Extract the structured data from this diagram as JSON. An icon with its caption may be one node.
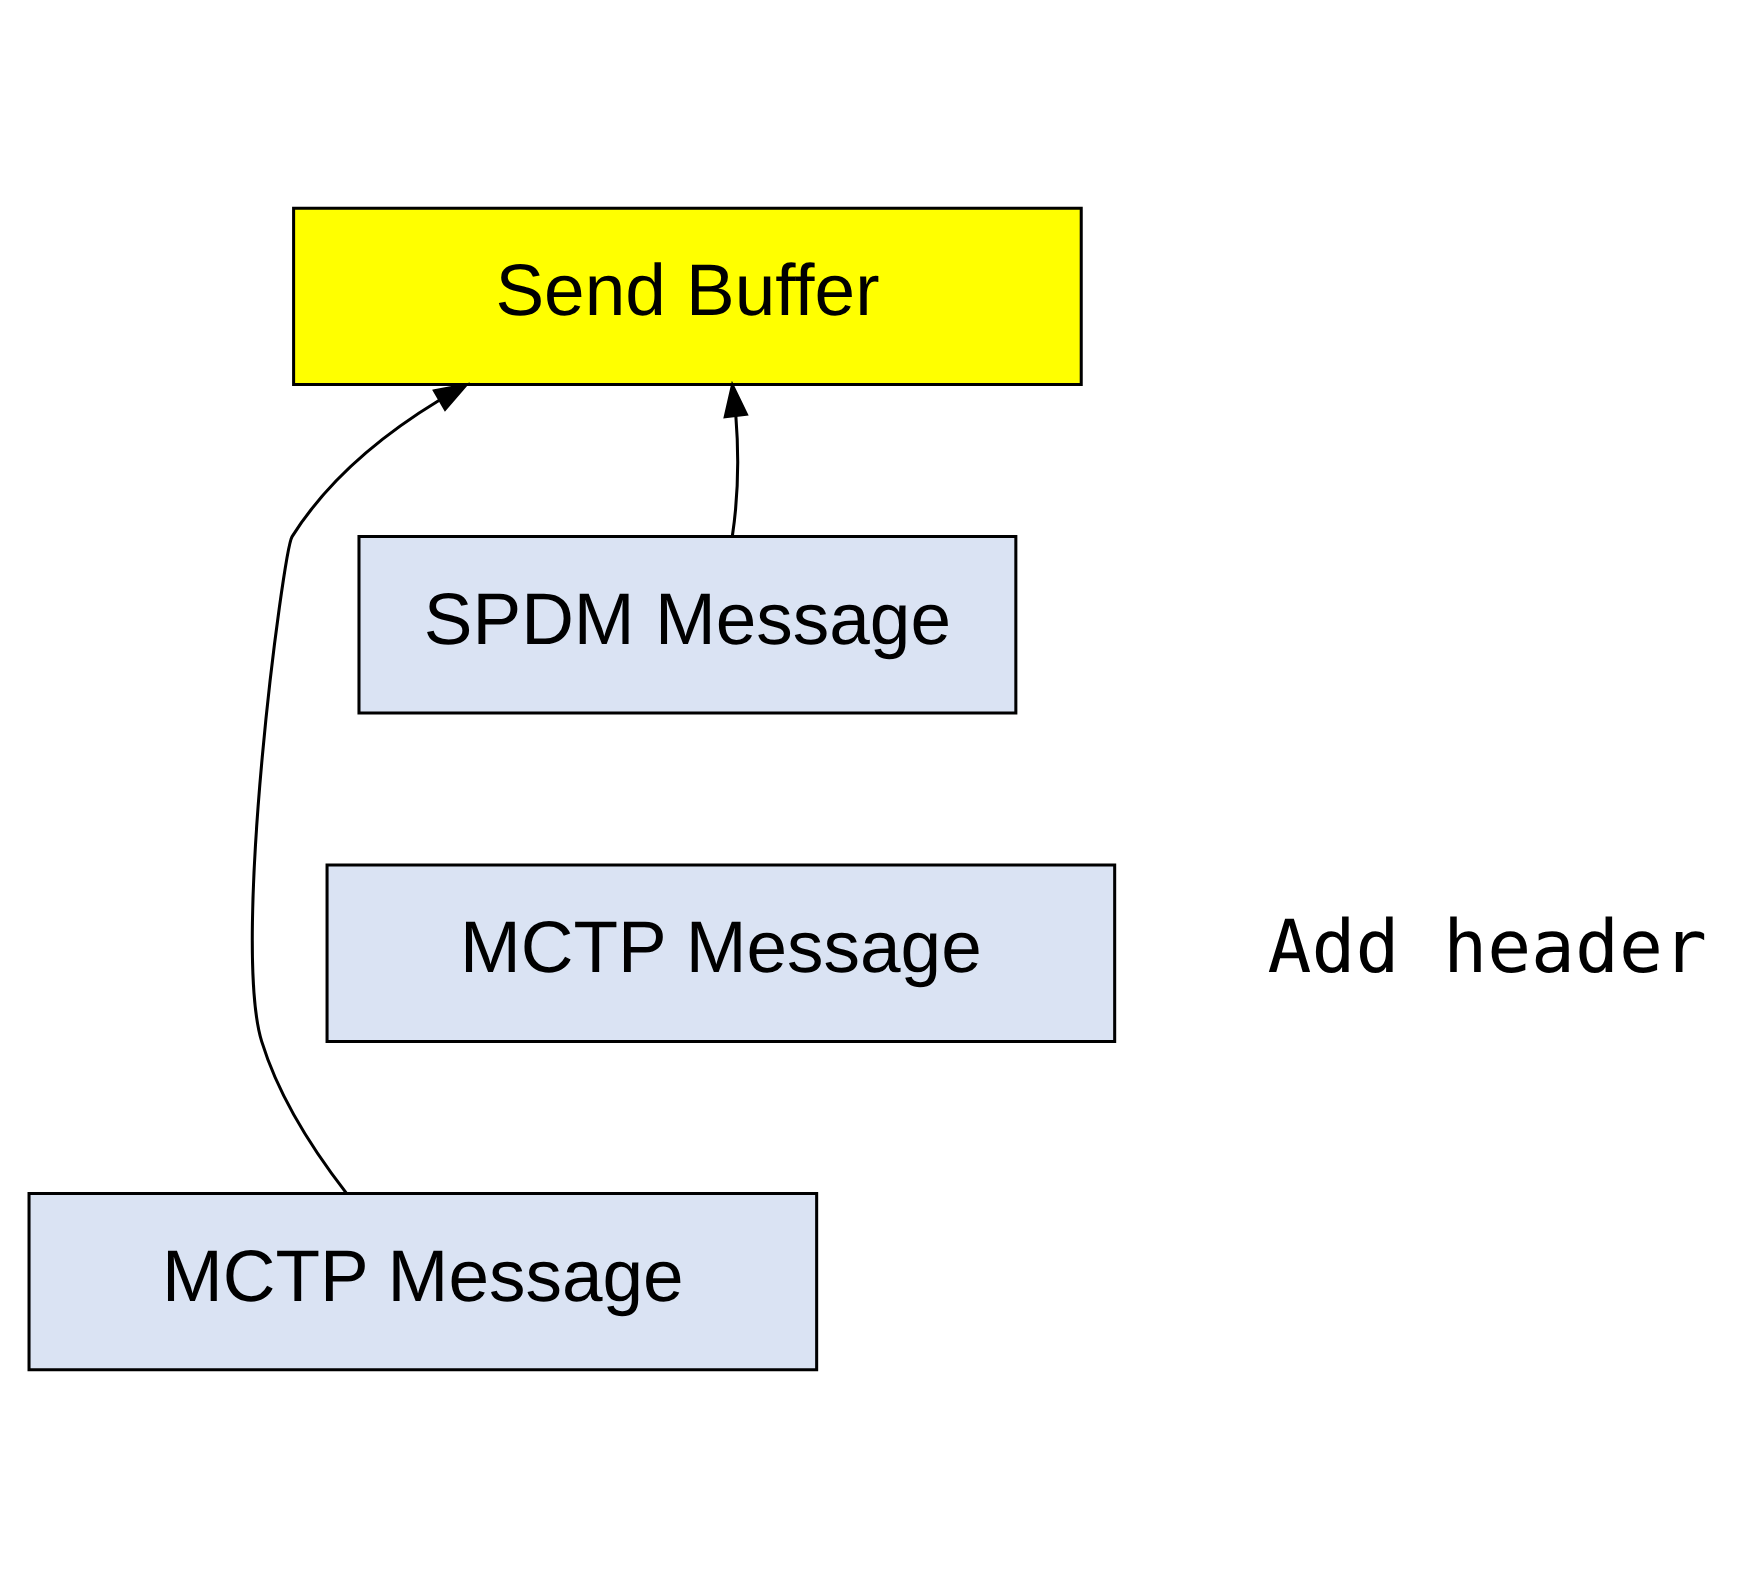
{
  "diagram": {
    "nodes": [
      {
        "text": [
          "Send Buffer"
        ]
      },
      {
        "text": [
          "SPDM Message"
        ]
      },
      {
        "text": [
          "MCTP Message"
        ]
      },
      {
        "text": [
          "MCTP Message"
        ]
      }
    ],
    "edges": [
      {
        "from": 1,
        "to": 0,
        "arrow": "to"
      },
      {
        "from": 3,
        "to": 0,
        "arrow": "to"
      }
    ],
    "labels": [
      "Add header"
    ]
  }
}
